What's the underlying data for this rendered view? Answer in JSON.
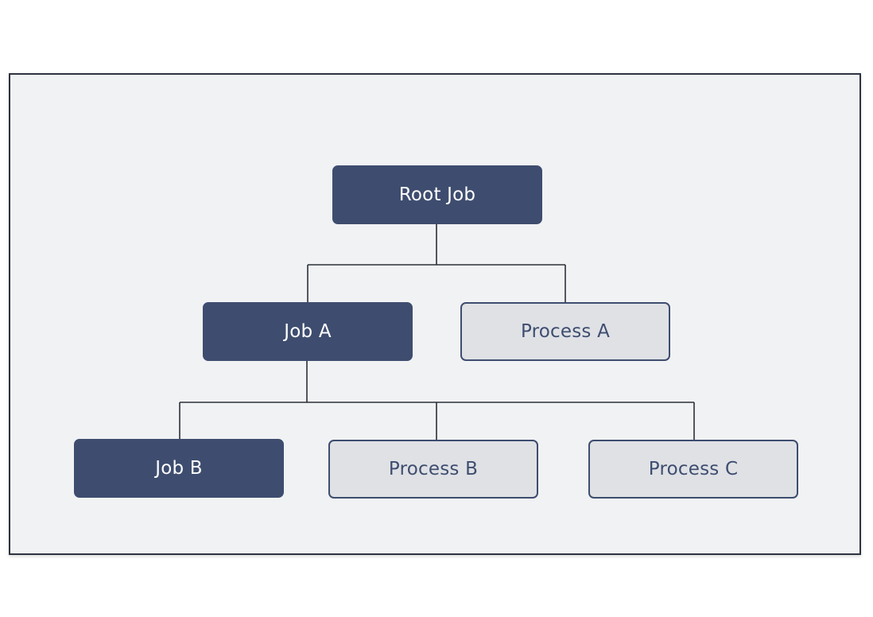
{
  "diagram": {
    "nodes": [
      {
        "id": "root-job",
        "label": "Root Job",
        "kind": "job"
      },
      {
        "id": "job-a",
        "label": "Job A",
        "kind": "job"
      },
      {
        "id": "process-a",
        "label": "Process A",
        "kind": "process"
      },
      {
        "id": "job-b",
        "label": "Job B",
        "kind": "job"
      },
      {
        "id": "process-b",
        "label": "Process B",
        "kind": "process"
      },
      {
        "id": "process-c",
        "label": "Process C",
        "kind": "process"
      }
    ],
    "edges": [
      {
        "from": "root-job",
        "to": "job-a"
      },
      {
        "from": "root-job",
        "to": "process-a"
      },
      {
        "from": "job-a",
        "to": "job-b"
      },
      {
        "from": "job-a",
        "to": "process-b"
      },
      {
        "from": "job-a",
        "to": "process-c"
      }
    ],
    "colors": {
      "job_fill": "#3e4d6f",
      "job_text": "#ffffff",
      "process_fill": "#dfe1e5",
      "process_text": "#3e4d6f",
      "background": "#f1f2f4",
      "connector": "#2b2f38"
    }
  }
}
